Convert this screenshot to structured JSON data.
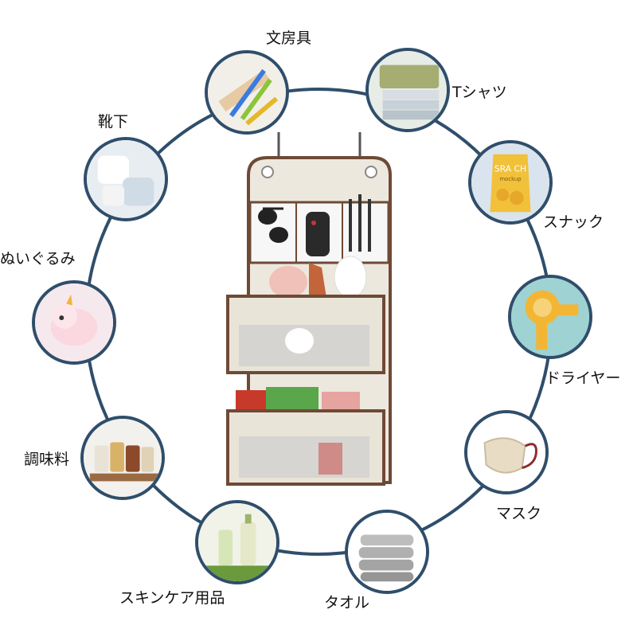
{
  "labels": {
    "stationery": "文房具",
    "tshirt": "Tシャツ",
    "snack": "スナック",
    "dryer": "ドライヤー",
    "mask": "マスク",
    "towel": "タオル",
    "skincare": "スキンケア用品",
    "seasoning": "調味料",
    "plush": "ぬいぐるみ",
    "socks": "靴下"
  },
  "snack_bag_text": "SRA CH",
  "snack_bag_subtext": "mockup",
  "colors": {
    "ring": "#2f4e6b",
    "organizer_fabric": "#ece8dd",
    "organizer_trim": "#6e4a36"
  }
}
